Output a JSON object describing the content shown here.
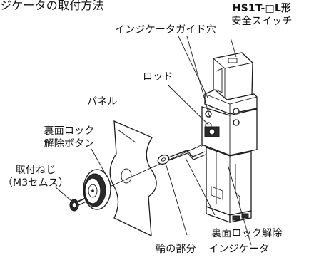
{
  "title": "ジケータの取付方法",
  "labels": {
    "switch_model": "HS1T-□L形",
    "switch_name": "安全スイッチ",
    "indicator_guide_hole": "インジケータガイド穴",
    "rod": "ロッド",
    "panel": "パネル",
    "back_unlock_button_line1": "裏面ロック",
    "back_unlock_button_line2": "解除ボタン",
    "mount_screw_line1": "取付ねじ",
    "mount_screw_line2": "（M3セムス）",
    "back_unlock_indicator": "裏面ロック解除",
    "ring_part": "輪の部分",
    "indicator": "インジケータ"
  }
}
